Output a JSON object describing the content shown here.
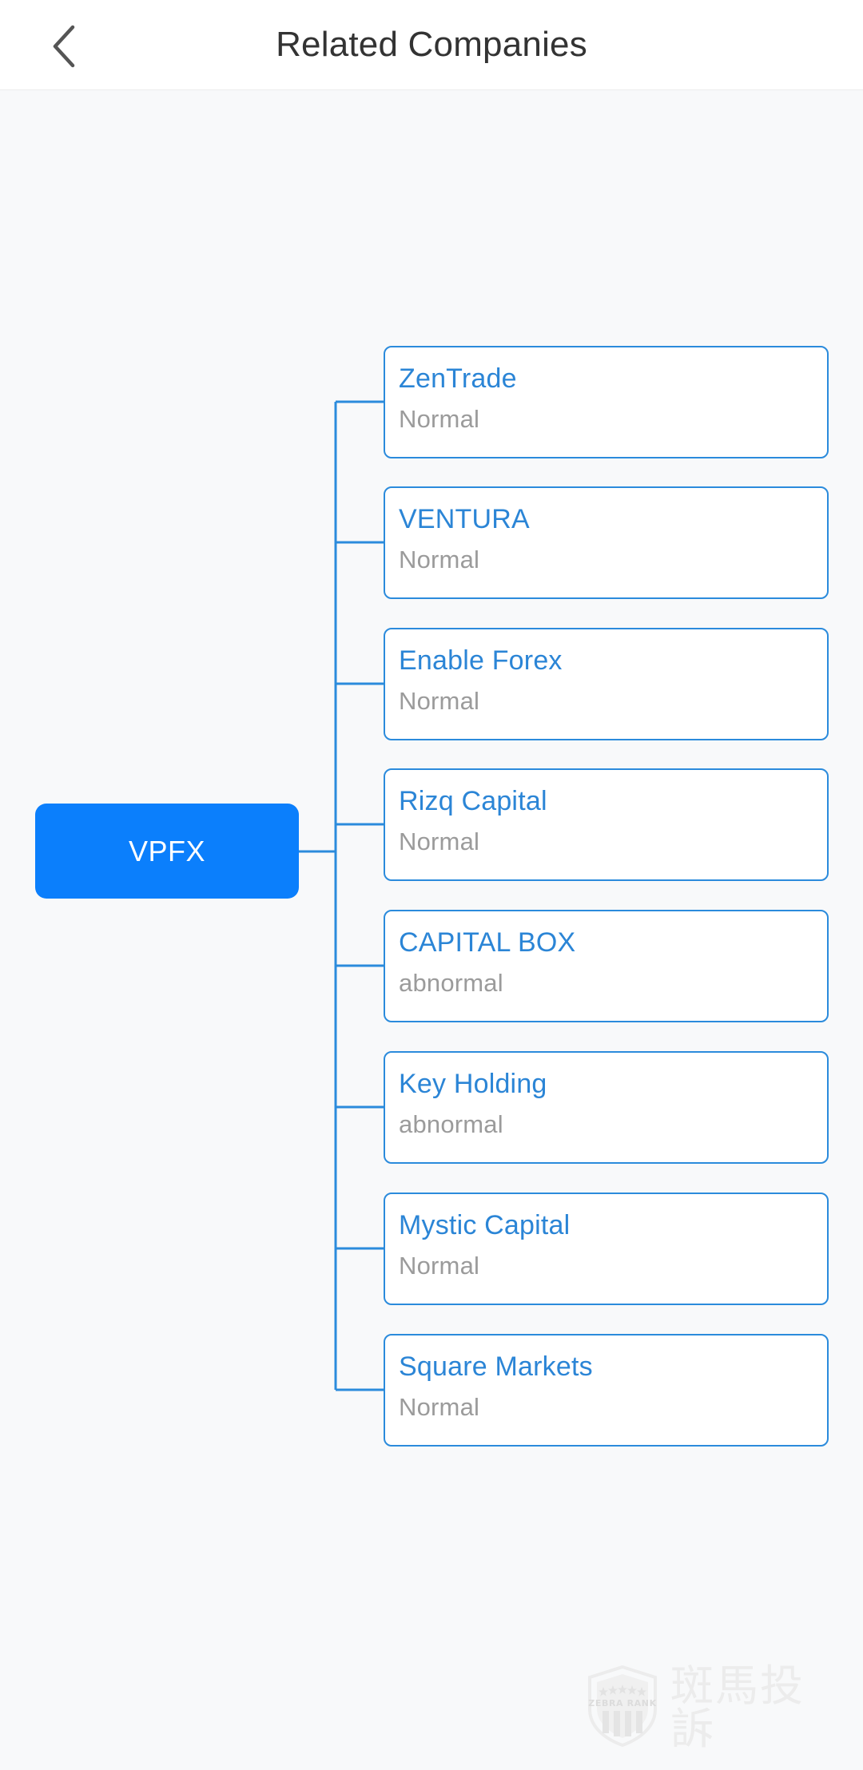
{
  "header": {
    "title": "Related Companies",
    "back_icon": "chevron-left-icon"
  },
  "tree": {
    "root": {
      "label": "VPFX"
    },
    "children": [
      {
        "name": "ZenTrade",
        "status": "Normal"
      },
      {
        "name": "VENTURA",
        "status": "Normal"
      },
      {
        "name": "Enable Forex",
        "status": "Normal"
      },
      {
        "name": "Rizq Capital",
        "status": "Normal"
      },
      {
        "name": "CAPITAL BOX",
        "status": "abnormal"
      },
      {
        "name": "Key Holding",
        "status": "abnormal"
      },
      {
        "name": "Mystic Capital",
        "status": "Normal"
      },
      {
        "name": "Square Markets",
        "status": "Normal"
      }
    ]
  },
  "watermark": {
    "logo_text": "ZEBRA RANK",
    "brand": "斑馬投訴",
    "shield_icon": "shield-badge-icon"
  },
  "colors": {
    "accent": "#0b7ffc",
    "card_border": "#2b8bdc",
    "card_title": "#2b85d6",
    "status_text": "#9b9b9b",
    "canvas_bg": "#f8f9fa",
    "header_text": "#333333",
    "watermark": "#ececec"
  }
}
